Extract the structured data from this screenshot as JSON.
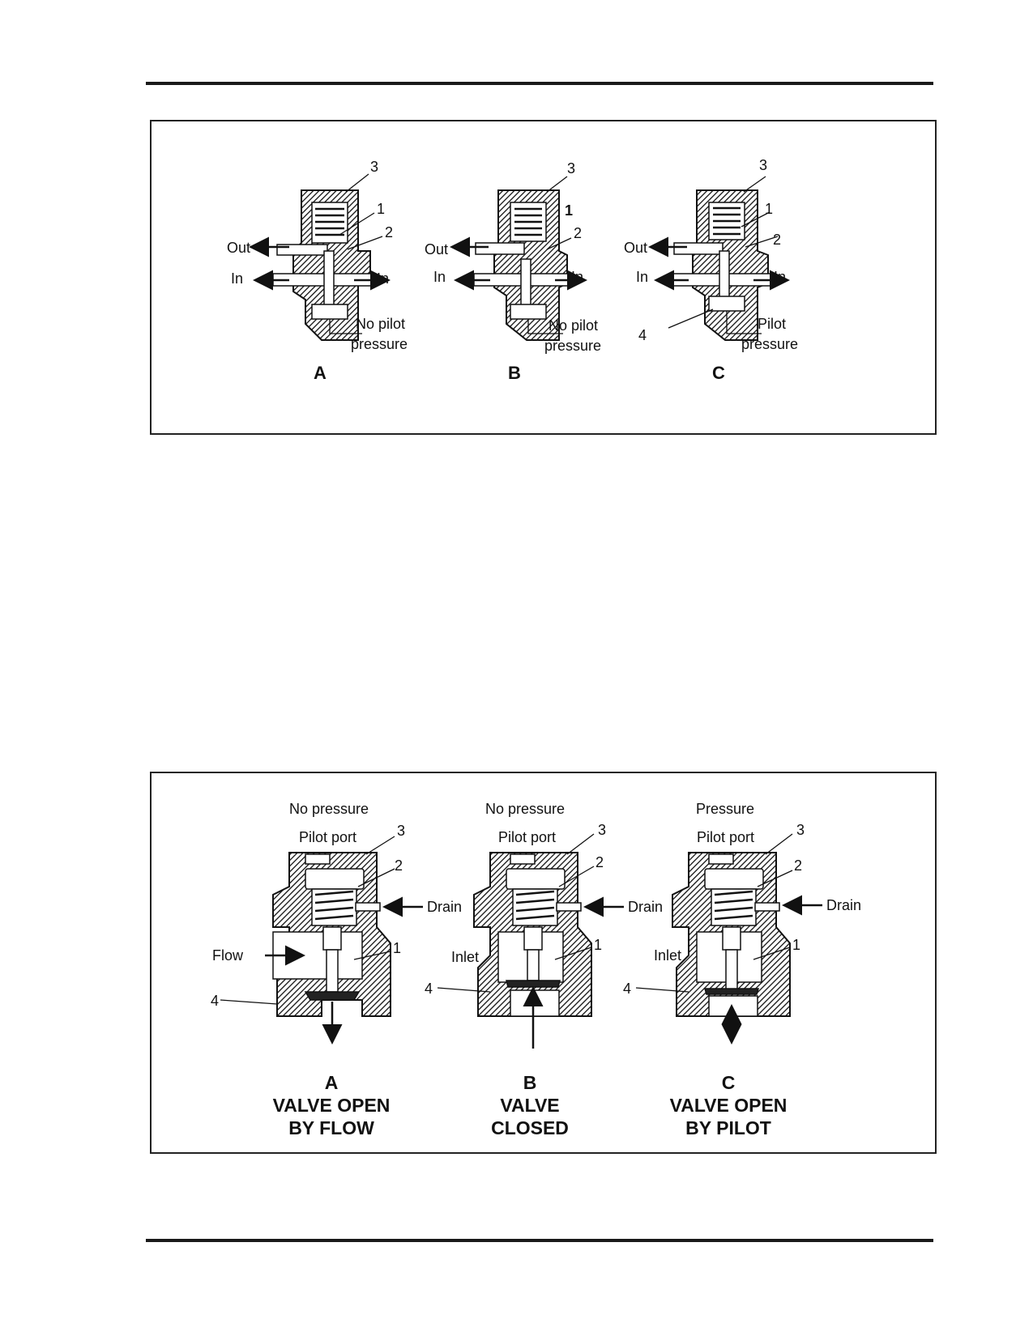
{
  "figure1": {
    "panels": [
      {
        "caption": "A",
        "out": "Out",
        "in_left": "In",
        "in_right": "In",
        "pressure": [
          "No pilot",
          "pressure"
        ],
        "n3": "3",
        "n1": "1",
        "n2": "2"
      },
      {
        "caption": "B",
        "out": "Out",
        "in_left": "In",
        "in_right": "In",
        "pressure": [
          "No pilot",
          "pressure"
        ],
        "n3": "3",
        "n1": "1",
        "n2": "2"
      },
      {
        "caption": "C",
        "out": "Out",
        "in_left": "In",
        "in_right": "In",
        "pressure": [
          "Pilot",
          "pressure"
        ],
        "n3": "3",
        "n1": "1",
        "n2": "2",
        "n4": "4"
      }
    ]
  },
  "figure2": {
    "panels": [
      {
        "top": "No pressure",
        "pilot": "Pilot port",
        "drain": "Drain",
        "side": "Flow",
        "n3": "3",
        "n2": "2",
        "n1": "1",
        "n4": "4",
        "caption": [
          "A",
          "VALVE OPEN",
          "BY FLOW"
        ]
      },
      {
        "top": "No pressure",
        "pilot": "Pilot port",
        "drain": "Drain",
        "side": "Inlet",
        "n3": "3",
        "n2": "2",
        "n1": "1",
        "n4": "4",
        "caption": [
          "B",
          "VALVE",
          "CLOSED"
        ]
      },
      {
        "top": "Pressure",
        "pilot": "Pilot port",
        "drain": "Drain",
        "side": "Inlet",
        "n3": "3",
        "n2": "2",
        "n1": "1",
        "n4": "4",
        "caption": [
          "C",
          "VALVE OPEN",
          "BY PILOT"
        ]
      }
    ]
  }
}
